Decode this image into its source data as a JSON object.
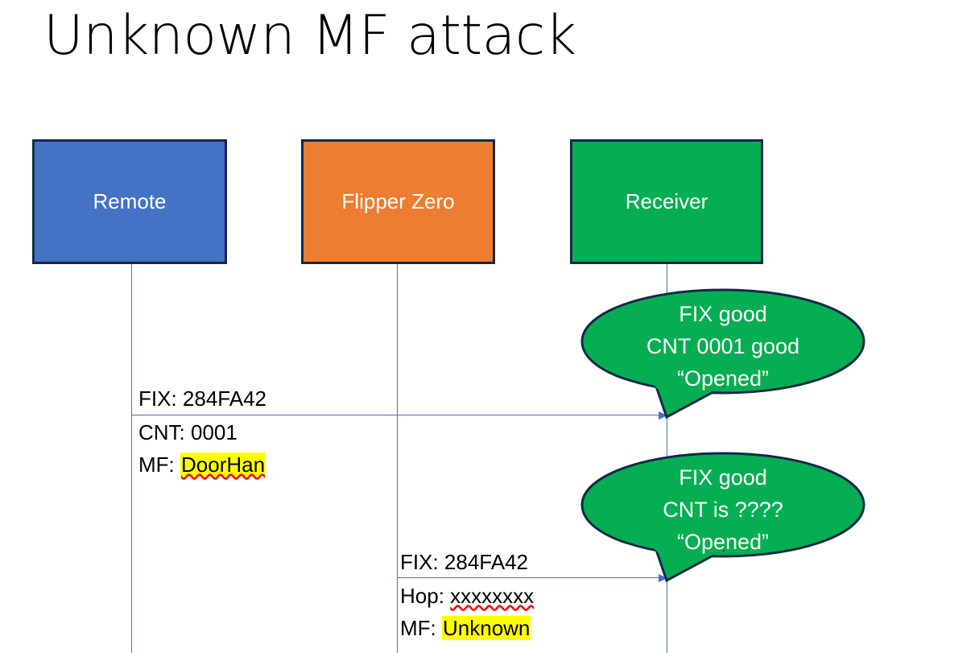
{
  "slide": {
    "title": "Unknown MF attack",
    "background": "#ffffff"
  },
  "colors": {
    "remote": "#4472C4",
    "flipper": "#ED7D31",
    "receiver": "#05AE52",
    "box_border": "#13294B",
    "lifeline": "#4472C4",
    "arrow": "#4472C4",
    "highlight": "#FFFF00",
    "spellcheck_underline": "#FF0000",
    "text": "#000000",
    "box_label_text": "#FFFFFF"
  },
  "actors": [
    {
      "id": "remote",
      "label": "Remote"
    },
    {
      "id": "flipper",
      "label": "Flipper Zero"
    },
    {
      "id": "receiver",
      "label": "Receiver"
    }
  ],
  "messages": [
    {
      "id": "msg1",
      "from": "remote",
      "to": "receiver",
      "line1": "FIX: 284FA42",
      "line2": "CNT: 0001",
      "line3_prefix": "MF: ",
      "line3_value": "DoorHan",
      "line3_highlighted": true,
      "line3_spellchecked": true
    },
    {
      "id": "msg2",
      "from": "flipper",
      "to": "receiver",
      "line1": "FIX: 284FA42",
      "line2_prefix": "Hop: ",
      "line2_value": "xxxxxxxx",
      "line2_spellchecked": true,
      "line3_prefix": "MF: ",
      "line3_value": "Unknown",
      "line3_highlighted": true
    }
  ],
  "callouts": [
    {
      "id": "callout-1",
      "attached_to": "msg1",
      "line1": "FIX good",
      "line2": "CNT 0001 good",
      "line3": "“Opened”"
    },
    {
      "id": "callout-2",
      "attached_to": "msg2",
      "line1": "FIX good",
      "line2": "CNT is ????",
      "line3": "“Opened”"
    }
  ]
}
